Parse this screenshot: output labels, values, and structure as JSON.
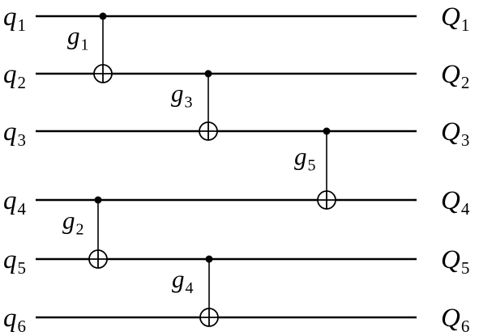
{
  "diagram": {
    "inputs": [
      {
        "symbol": "q",
        "index": "1"
      },
      {
        "symbol": "q",
        "index": "2"
      },
      {
        "symbol": "q",
        "index": "3"
      },
      {
        "symbol": "q",
        "index": "4"
      },
      {
        "symbol": "q",
        "index": "5"
      },
      {
        "symbol": "q",
        "index": "6"
      }
    ],
    "outputs": [
      {
        "symbol": "Q",
        "index": "1"
      },
      {
        "symbol": "Q",
        "index": "2"
      },
      {
        "symbol": "Q",
        "index": "3"
      },
      {
        "symbol": "Q",
        "index": "4"
      },
      {
        "symbol": "Q",
        "index": "5"
      },
      {
        "symbol": "Q",
        "index": "6"
      }
    ],
    "gates": [
      {
        "symbol": "g",
        "index": "1",
        "control": 1,
        "target": 2
      },
      {
        "symbol": "g",
        "index": "3",
        "control": 2,
        "target": 3
      },
      {
        "symbol": "g",
        "index": "5",
        "control": 3,
        "target": 4
      },
      {
        "symbol": "g",
        "index": "2",
        "control": 4,
        "target": 5
      },
      {
        "symbol": "g",
        "index": "4",
        "control": 5,
        "target": 6
      }
    ]
  }
}
